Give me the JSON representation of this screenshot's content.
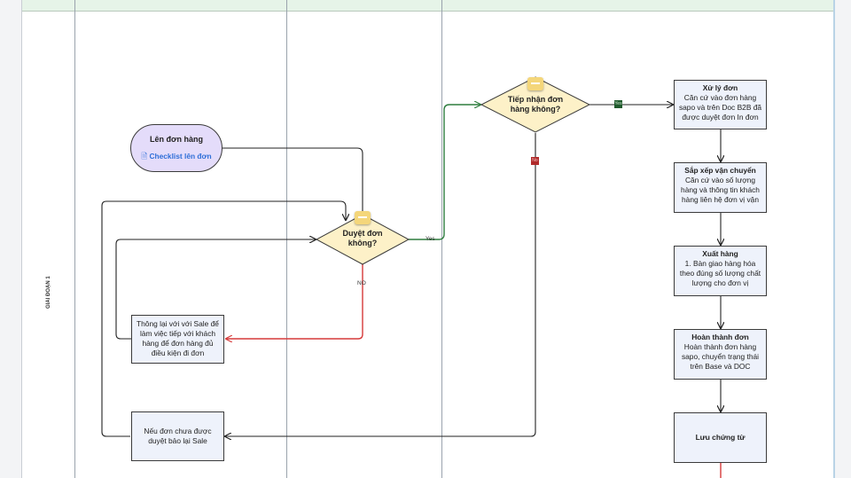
{
  "diagram": {
    "stage_label": "GIAI ĐOẠN 1",
    "nodes": {
      "len_don_hang": {
        "title": "Lên đơn hàng",
        "link": "Checklist lên đơn"
      },
      "duyet_don": {
        "label": "Duyệt đơn không?"
      },
      "tiep_nhan": {
        "label": "Tiếp nhận đơn hàng không?"
      },
      "thong_lai": {
        "text": "Thông lại với với Sale để làm việc tiếp với khách hàng để đơn hàng đủ điều kiện đi đơn"
      },
      "neu_don": {
        "text": "Nếu đơn chưa được duyệt bảo lại Sale"
      },
      "xu_ly_don": {
        "title": "Xử lý đơn",
        "desc": "Căn cứ vào đơn hàng sapo và trên Doc B2B đã được duyệt đơn In đơn"
      },
      "sap_xep": {
        "title": "Sắp xếp vận chuyển",
        "desc": "Căn cứ vào số lượng hàng và thông tin khách hàng liên hệ đơn vị vận"
      },
      "xuat_hang": {
        "title": "Xuất hàng",
        "desc": "1. Bàn giao hàng hóa theo đúng số lượng chất lượng cho đơn vị"
      },
      "hoan_thanh": {
        "title": "Hoàn thành đơn",
        "desc": "Hoàn thành đơn hàng sapo, chuyển trạng thái trên Base và DOC"
      },
      "luu_chung_tu": {
        "title": "Lưu chứng từ"
      }
    },
    "edge_labels": {
      "yes": "Yes",
      "no": "NO",
      "yes_tag": "Yes",
      "no_tag": "No"
    },
    "colors": {
      "yes_edge": "#2e7d3e",
      "no_edge": "#d63a3a",
      "default_edge": "#222222",
      "tag_yes": "#1f5a2c",
      "tag_no": "#b02a2a"
    }
  }
}
